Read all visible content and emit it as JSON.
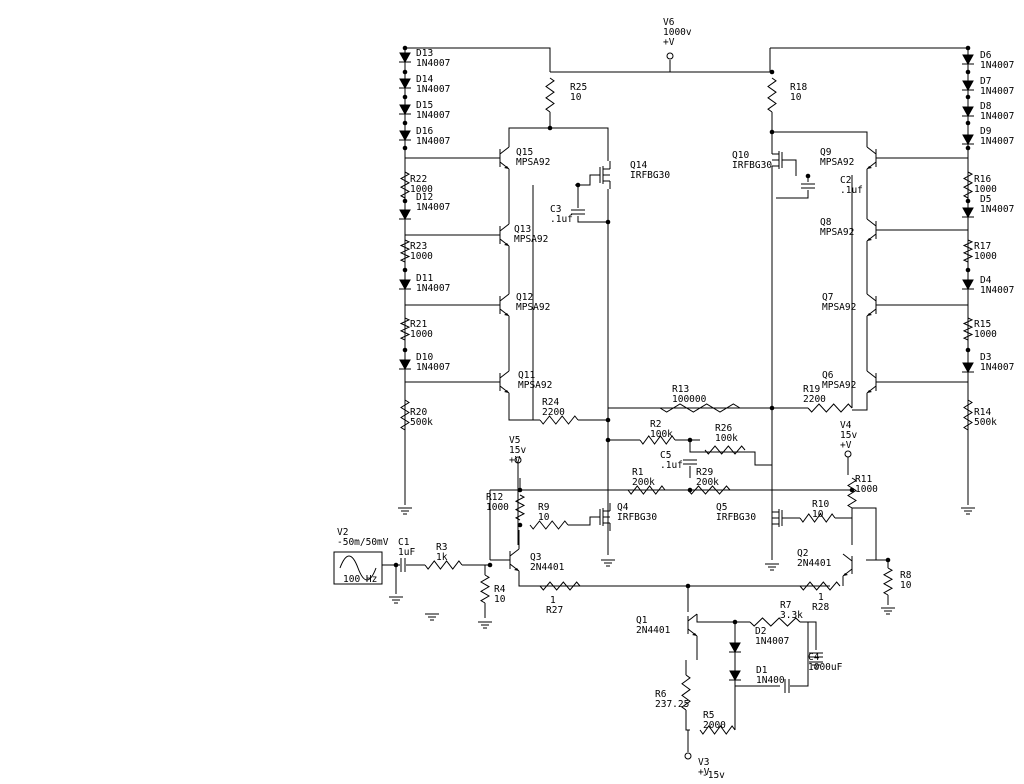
{
  "sources": {
    "V6": {
      "name": "V6",
      "value": "1000v",
      "sign": "+V"
    },
    "V5": {
      "name": "V5",
      "value": "15v",
      "sign": "+V"
    },
    "V4": {
      "name": "V4",
      "value": "15v",
      "sign": "+V"
    },
    "V3": {
      "name": "V3",
      "sign": "+V",
      "value": "-15v"
    },
    "V2": {
      "name": "V2",
      "value": "-50m/50mV",
      "freq": "100 Hz"
    }
  },
  "diodes": {
    "D1": {
      "name": "D1",
      "part": "1N400"
    },
    "D2": {
      "name": "D2",
      "part": "1N4007"
    },
    "D3": {
      "name": "D3",
      "part": "1N4007"
    },
    "D4": {
      "name": "D4",
      "part": "1N4007"
    },
    "D5": {
      "name": "D5",
      "part": "1N4007"
    },
    "D6": {
      "name": "D6",
      "part": "1N4007"
    },
    "D7": {
      "name": "D7",
      "part": "1N4007"
    },
    "D8": {
      "name": "D8",
      "part": "1N4007"
    },
    "D9": {
      "name": "D9",
      "part": "1N4007"
    },
    "D10": {
      "name": "D10",
      "part": "1N4007"
    },
    "D11": {
      "name": "D11",
      "part": "1N4007"
    },
    "D12": {
      "name": "D12",
      "part": "1N4007"
    },
    "D13": {
      "name": "D13",
      "part": "1N4007"
    },
    "D14": {
      "name": "D14",
      "part": "1N4007"
    },
    "D15": {
      "name": "D15",
      "part": "1N4007"
    },
    "D16": {
      "name": "D16",
      "part": "1N4007"
    }
  },
  "resistors": {
    "R1": {
      "name": "R1",
      "value": "200k"
    },
    "R2": {
      "name": "R2",
      "value": "100k"
    },
    "R3": {
      "name": "R3",
      "value": "1k"
    },
    "R4": {
      "name": "R4",
      "value": "10"
    },
    "R5": {
      "name": "R5",
      "value": "2000"
    },
    "R6": {
      "name": "R6",
      "value": "237.25"
    },
    "R7": {
      "name": "R7",
      "value": "3.3k"
    },
    "R8": {
      "name": "R8",
      "value": "10"
    },
    "R9": {
      "name": "R9",
      "value": "10"
    },
    "R10": {
      "name": "R10",
      "value": "10"
    },
    "R11": {
      "name": "R11",
      "value": "1000"
    },
    "R12": {
      "name": "R12",
      "value": "1000"
    },
    "R13": {
      "name": "R13",
      "value": "100000"
    },
    "R14": {
      "name": "R14",
      "value": "500k"
    },
    "R15": {
      "name": "R15",
      "value": "1000"
    },
    "R16": {
      "name": "R16",
      "value": "1000"
    },
    "R17": {
      "name": "R17",
      "value": "1000"
    },
    "R18": {
      "name": "R18",
      "value": "10"
    },
    "R19": {
      "name": "R19",
      "value": "2200"
    },
    "R20": {
      "name": "R20",
      "value": "500k"
    },
    "R21": {
      "name": "R21",
      "value": "1000"
    },
    "R22": {
      "name": "R22",
      "value": "1000"
    },
    "R23": {
      "name": "R23",
      "value": "1000"
    },
    "R24": {
      "name": "R24",
      "value": "2200"
    },
    "R25": {
      "name": "R25",
      "value": "10"
    },
    "R26": {
      "name": "R26",
      "value": "100k"
    },
    "R27": {
      "name": "R27",
      "value": "1"
    },
    "R28": {
      "name": "R28",
      "value": "1"
    },
    "R29": {
      "name": "R29",
      "value": "200k"
    }
  },
  "capacitors": {
    "C1": {
      "name": "C1",
      "value": "1uF"
    },
    "C2": {
      "name": "C2",
      "value": ".1uf"
    },
    "C3": {
      "name": "C3",
      "value": ".1uf"
    },
    "C4": {
      "name": "C4",
      "value": "1000uF"
    },
    "C5": {
      "name": "C5",
      "value": ".1uf"
    }
  },
  "transistors": {
    "Q1": {
      "name": "Q1",
      "part": "2N4401"
    },
    "Q2": {
      "name": "Q2",
      "part": "2N4401"
    },
    "Q3": {
      "name": "Q3",
      "part": "2N4401"
    },
    "Q4": {
      "name": "Q4",
      "part": "IRFBG30"
    },
    "Q5": {
      "name": "Q5",
      "part": "IRFBG30"
    },
    "Q6": {
      "name": "Q6",
      "part": "MPSA92"
    },
    "Q7": {
      "name": "Q7",
      "part": "MPSA92"
    },
    "Q8": {
      "name": "Q8",
      "part": "MPSA92"
    },
    "Q9": {
      "name": "Q9",
      "part": "MPSA92"
    },
    "Q10": {
      "name": "Q10",
      "part": "IRFBG30"
    },
    "Q11": {
      "name": "Q11",
      "part": "MPSA92"
    },
    "Q12": {
      "name": "Q12",
      "part": "MPSA92"
    },
    "Q13": {
      "name": "Q13",
      "part": "MPSA92"
    },
    "Q14": {
      "name": "Q14",
      "part": "IRFBG30"
    },
    "Q15": {
      "name": "Q15",
      "part": "MPSA92"
    }
  }
}
